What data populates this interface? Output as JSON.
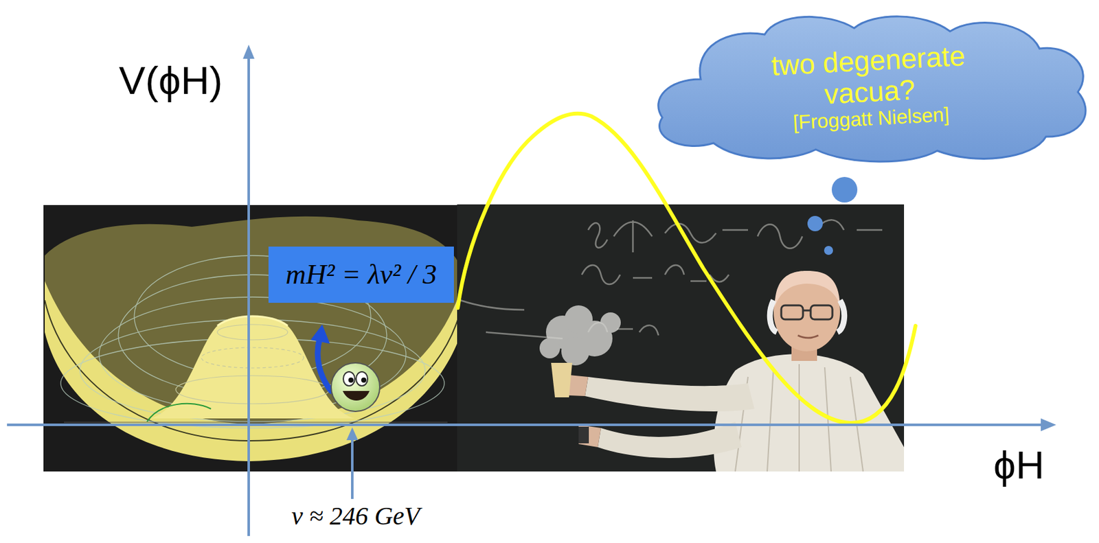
{
  "diagram": {
    "nodes": [
      {
        "text": [
          "two degenerate vacua?",
          "[Froggatt Nielsen]"
        ]
      },
      {
        "text": [
          "mH² = λv² / 3"
        ]
      }
    ],
    "labels": [
      "V(ϕH)",
      "ϕH",
      "v ≈ 246 GeV"
    ]
  }
}
